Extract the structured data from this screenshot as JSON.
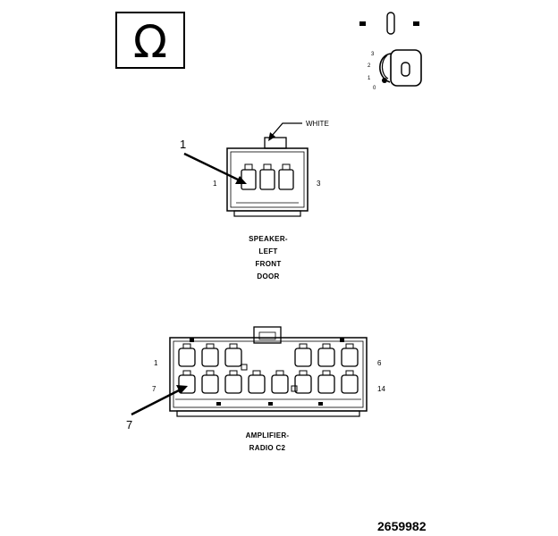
{
  "ohm_symbol": "Ω",
  "key_switch": {
    "positions": [
      "3",
      "2",
      "1",
      "0"
    ]
  },
  "speaker_connector": {
    "wire_color_label": "WHITE",
    "callout_number": "1",
    "pin_left": "1",
    "pin_right": "3",
    "caption_lines": [
      "SPEAKER-",
      "LEFT",
      "FRONT",
      "DOOR"
    ]
  },
  "amplifier_connector": {
    "callout_number": "7",
    "pin_top_left": "1",
    "pin_top_right": "6",
    "pin_bottom_left": "7",
    "pin_bottom_right": "14",
    "caption_lines": [
      "AMPLIFIER-",
      "RADIO C2"
    ]
  },
  "figure_number": "2659982"
}
